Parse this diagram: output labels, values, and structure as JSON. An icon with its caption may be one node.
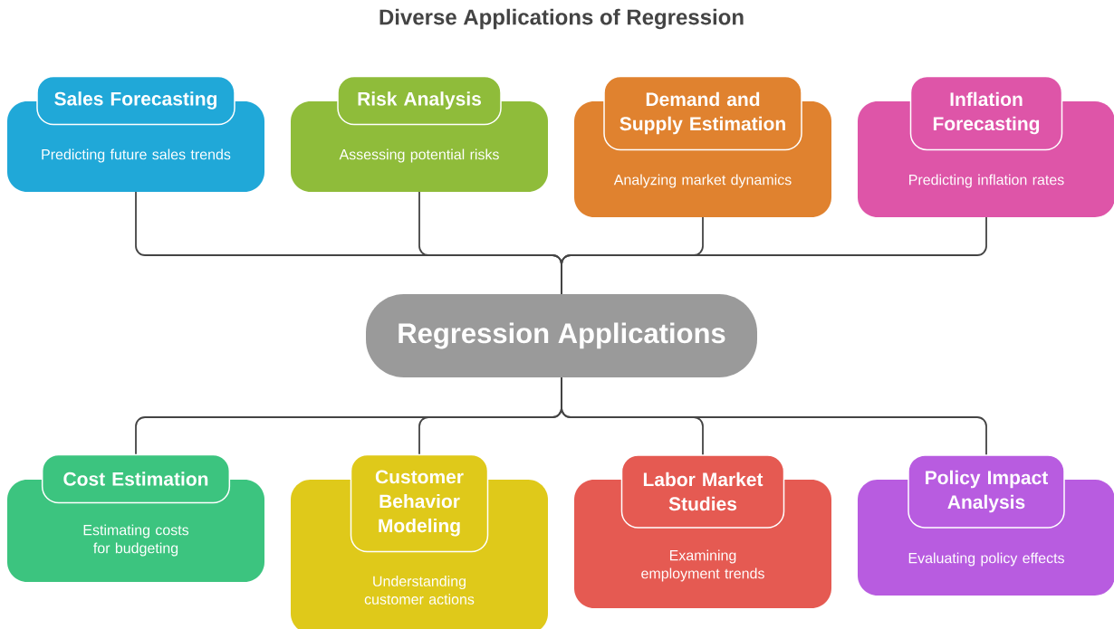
{
  "diagram": {
    "title": "Diverse Applications of Regression",
    "nodes": [
      {
        "text": [
          "Sales Forecasting",
          "Predicting future sales trends"
        ]
      },
      {
        "text": [
          "Risk Analysis",
          "Assessing potential risks"
        ]
      },
      {
        "text": [
          "Demand and Supply Estimation",
          "Analyzing market dynamics"
        ]
      },
      {
        "text": [
          "Inflation Forecasting",
          "Predicting inflation rates"
        ]
      },
      {
        "text": [
          "Regression Applications"
        ]
      },
      {
        "text": [
          "Cost Estimation",
          "Estimating costs for budgeting"
        ]
      },
      {
        "text": [
          "Customer Behavior Modeling",
          "Understanding customer actions"
        ]
      },
      {
        "text": [
          "Labor Market Studies",
          "Examining employment trends"
        ]
      },
      {
        "text": [
          "Policy Impact Analysis",
          "Evaluating policy effects"
        ]
      }
    ],
    "edges": [
      {
        "from": 4,
        "to": 0,
        "arrow": "none"
      },
      {
        "from": 4,
        "to": 1,
        "arrow": "none"
      },
      {
        "from": 4,
        "to": 2,
        "arrow": "none"
      },
      {
        "from": 4,
        "to": 3,
        "arrow": "none"
      },
      {
        "from": 4,
        "to": 5,
        "arrow": "none"
      },
      {
        "from": 4,
        "to": 6,
        "arrow": "none"
      },
      {
        "from": 4,
        "to": 7,
        "arrow": "none"
      },
      {
        "from": 4,
        "to": 8,
        "arrow": "none"
      }
    ]
  }
}
